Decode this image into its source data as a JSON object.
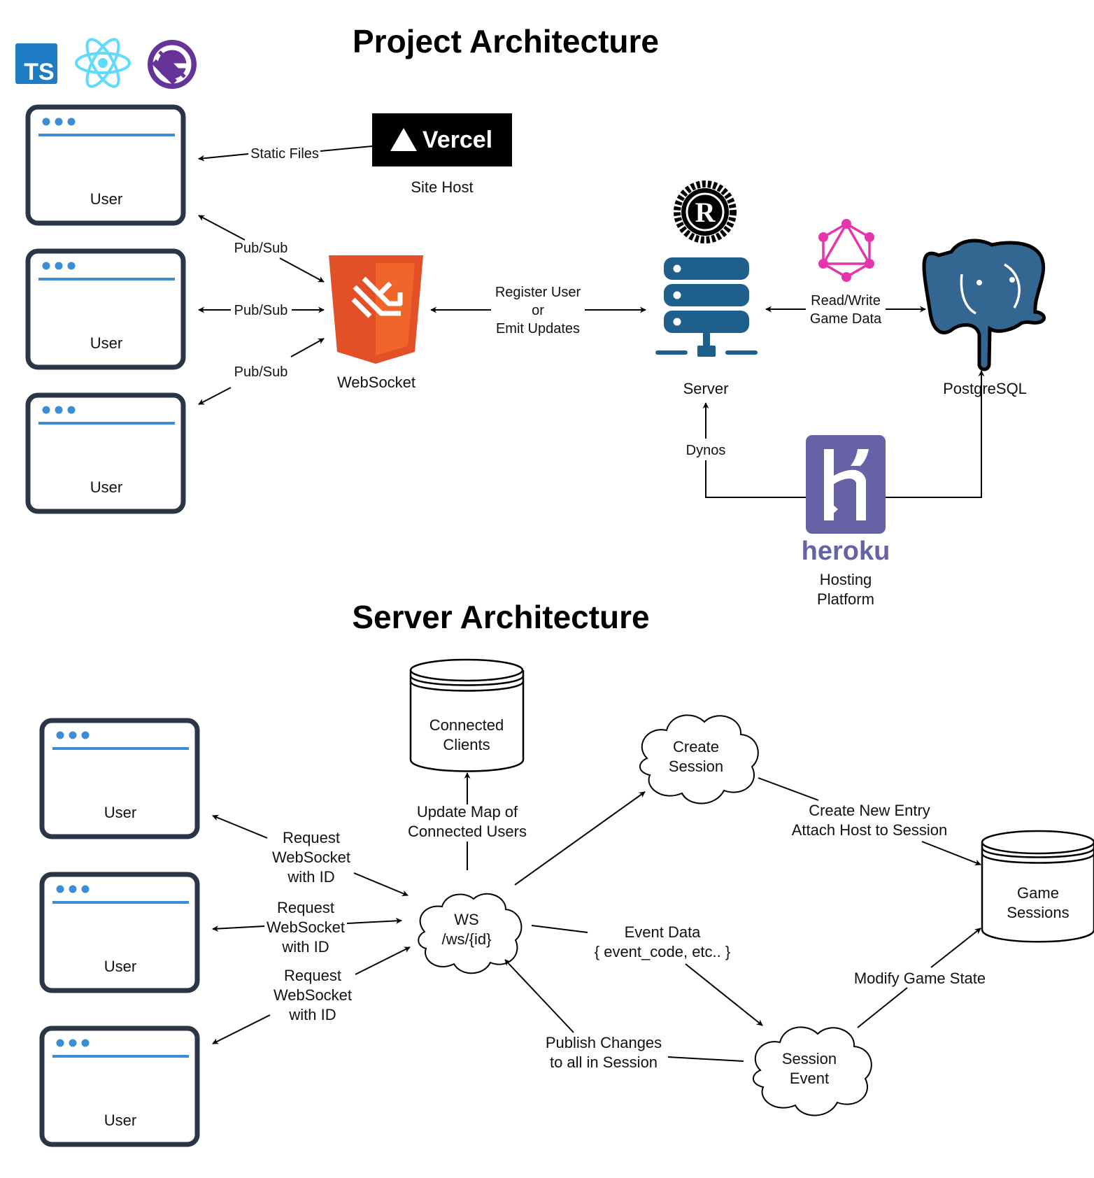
{
  "project": {
    "title": "Project Architecture",
    "users": [
      "User",
      "User",
      "User"
    ],
    "vercel_text": "Vercel",
    "site_host": "Site Host",
    "websocket": "WebSocket",
    "server": "Server",
    "postgres": "PostgreSQL",
    "heroku_text": "heroku",
    "hosting": [
      "Hosting",
      "Platform"
    ],
    "edges": {
      "static_files": "Static Files",
      "pubsub_1": "Pub/Sub",
      "pubsub_2": "Pub/Sub",
      "pubsub_3": "Pub/Sub",
      "register": [
        "Register User",
        "or",
        "Emit Updates"
      ],
      "readwrite": [
        "Read/Write",
        "Game Data"
      ],
      "dynos": "Dynos"
    },
    "logos": {
      "ts": "TS",
      "rust": "R"
    },
    "colors": {
      "ts": "#1f7dc6",
      "react": "#61dafb",
      "gatsby": "#663399",
      "websocket": "#e34f26",
      "server": "#1f5f8b",
      "graphql": "#e535ab",
      "postgres": "#336791",
      "heroku": "#6762a6",
      "browser_border": "#2a3645",
      "browser_bar": "#3b8ed6"
    }
  },
  "server_arch": {
    "title": "Server Architecture",
    "users": [
      "User",
      "User",
      "User"
    ],
    "connected_clients": [
      "Connected",
      "Clients"
    ],
    "update_map": [
      "Update Map of",
      "Connected Users"
    ],
    "ws": [
      "WS",
      "/ws/{id}"
    ],
    "create_session": [
      "Create",
      "Session"
    ],
    "create_entry": [
      "Create New Entry",
      "Attach Host to Session"
    ],
    "game_sessions": [
      "Game",
      "Sessions"
    ],
    "event_data": [
      "Event Data",
      "{ event_code, etc.. }"
    ],
    "modify_state": "Modify Game State",
    "session_event": [
      "Session",
      "Event"
    ],
    "publish": [
      "Publish Changes",
      "to all in Session"
    ],
    "request_1": [
      "Request",
      "WebSocket",
      "with ID"
    ],
    "request_2": [
      "Request",
      "WebSocket",
      "with ID"
    ],
    "request_3": [
      "Request",
      "WebSocket",
      "with ID"
    ]
  }
}
